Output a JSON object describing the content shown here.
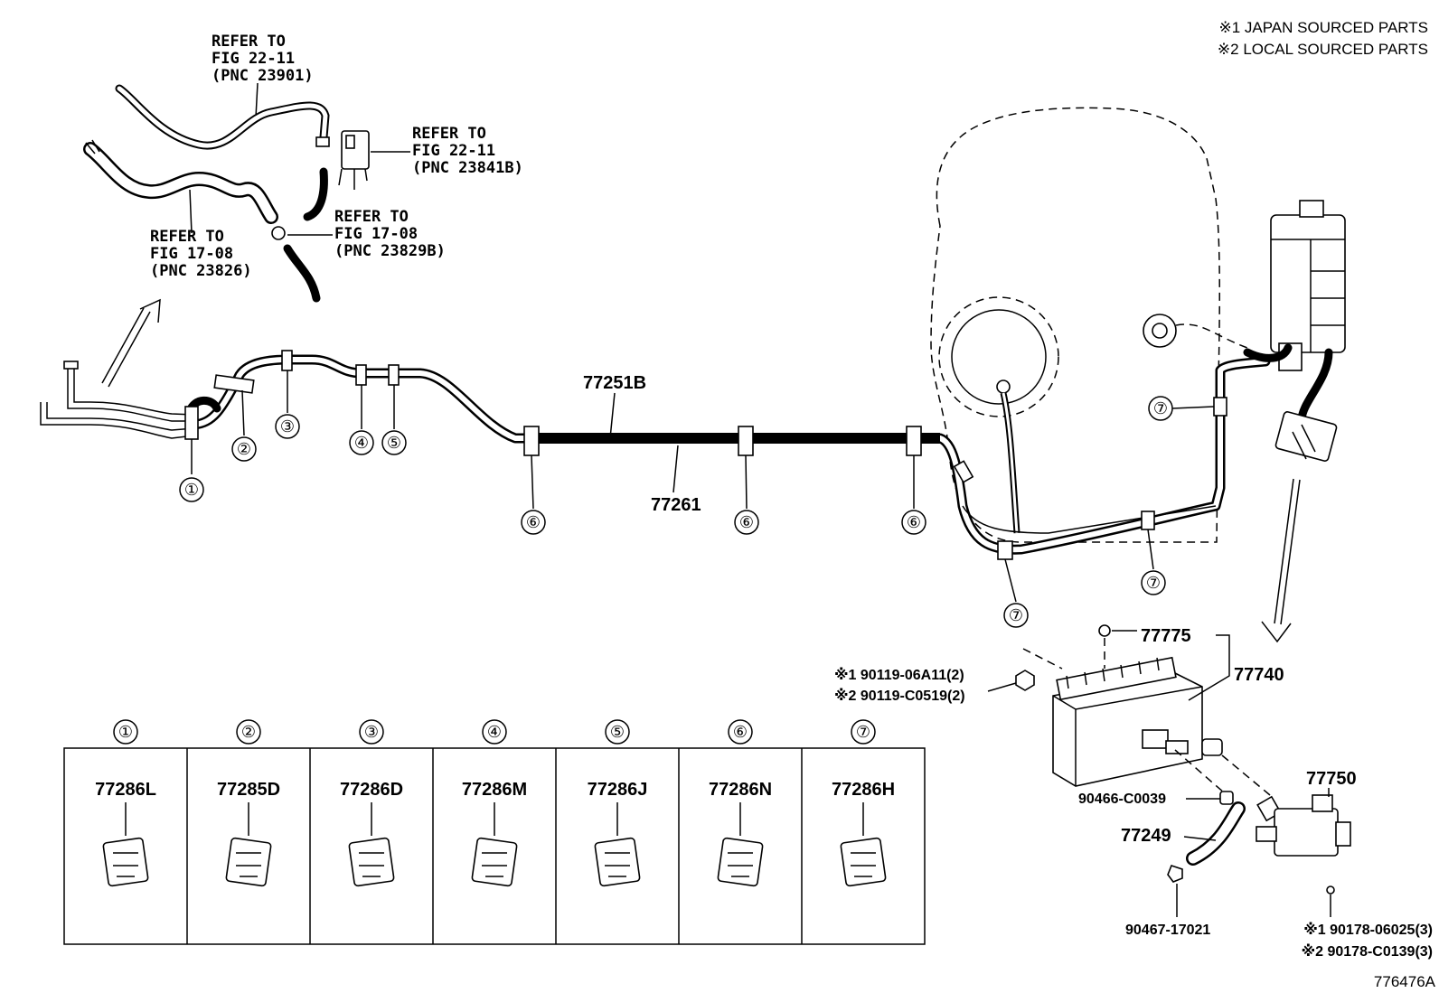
{
  "legend": {
    "note1": "※1 JAPAN SOURCED PARTS",
    "note2": "※2 LOCAL SOURCED PARTS"
  },
  "references": [
    {
      "line1": "REFER TO",
      "line2": "FIG 22-11",
      "line3": "(PNC 23901)"
    },
    {
      "line1": "REFER TO",
      "line2": "FIG 22-11",
      "line3": "(PNC 23841B)"
    },
    {
      "line1": "REFER TO",
      "line2": "FIG 17-08",
      "line3": "(PNC 23829B)"
    },
    {
      "line1": "REFER TO",
      "line2": "FIG 17-08",
      "line3": "(PNC 23826)"
    }
  ],
  "main_parts": {
    "tube_upper": "77251B",
    "tube_lower": "77261",
    "gasket": "77775",
    "canister": "77740",
    "valve": "77750",
    "hose": "77249",
    "nut": "90466-C0039",
    "clip": "90467-17021",
    "bolt_jp": "※1 90119-06A11(2)",
    "bolt_local": "※2 90119-C0519(2)",
    "screw_jp": "※1 90178-06025(3)",
    "screw_local": "※2 90178-C0139(3)"
  },
  "callouts": [
    "①",
    "②",
    "③",
    "④",
    "⑤",
    "⑥",
    "⑦"
  ],
  "clamp_table": [
    {
      "num": "①",
      "part": "77286L"
    },
    {
      "num": "②",
      "part": "77285D"
    },
    {
      "num": "③",
      "part": "77286D"
    },
    {
      "num": "④",
      "part": "77286M"
    },
    {
      "num": "⑤",
      "part": "77286J"
    },
    {
      "num": "⑥",
      "part": "77286N"
    },
    {
      "num": "⑦",
      "part": "77286H"
    }
  ],
  "illustration_id": "776476A"
}
